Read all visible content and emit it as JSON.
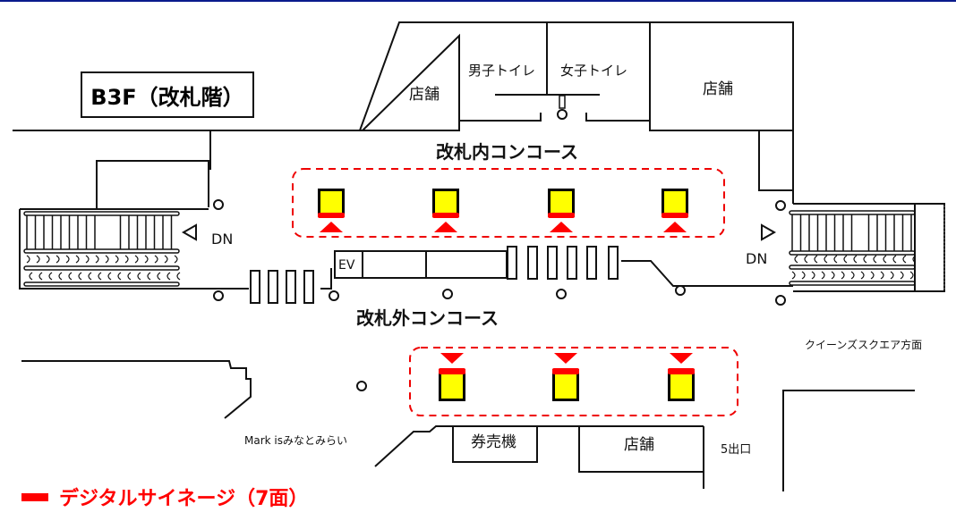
{
  "floor_label": "B3F（改札階）",
  "areas": {
    "inside_gate": "改札内コンコース",
    "outside_gate": "改札外コンコース"
  },
  "rooms": {
    "shop_left": "店舗",
    "mens_toilet": "男子トイレ",
    "womens_toilet": "女子トイレ",
    "shop_right": "店舗",
    "ticket_machine": "券売機",
    "shop_bottom": "店舗",
    "elevator": "EV"
  },
  "escalators": {
    "left_label": "DN",
    "right_label": "DN"
  },
  "places": {
    "mark_is": "Mark isみなとみらい",
    "queens_square": "クイーンズスクエア方面",
    "exit5": "5出口"
  },
  "legend": {
    "label": "デジタルサイネージ（7面）",
    "color": "#ff0000"
  },
  "signage": {
    "inside_count": 4,
    "outside_count": 3,
    "fill_color": "#ffff00",
    "marker_color": "#ff0000"
  }
}
